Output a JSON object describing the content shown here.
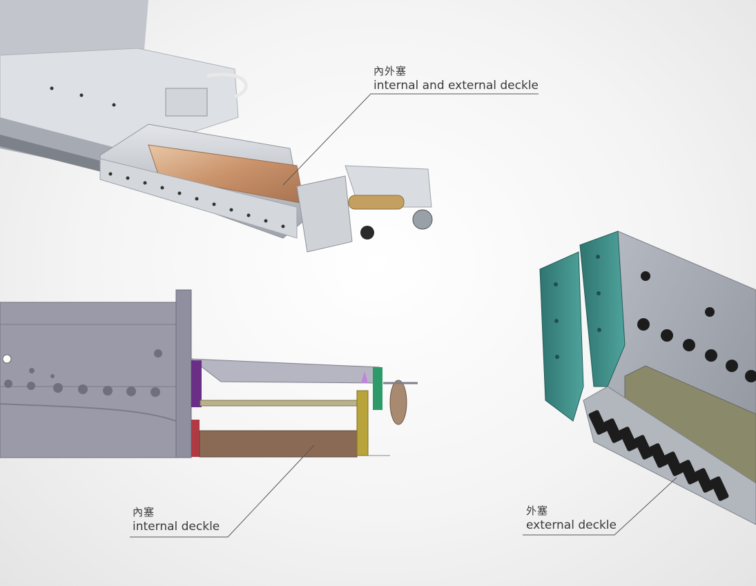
{
  "labels": {
    "both": {
      "zh": "內外塞",
      "en": "internal and external deckle"
    },
    "internal": {
      "zh": "內塞",
      "en": "internal deckle"
    },
    "external": {
      "zh": "外塞",
      "en": "external deckle"
    }
  },
  "colors": {
    "steel": "#c9ccd2",
    "steel_dark": "#8e939b",
    "copper": "#c99a73",
    "brass": "#c4a060",
    "cad_gray": "#9a9aa8",
    "cad_brown": "#8b6a55",
    "cad_purple": "#6a2e86",
    "cad_green": "#2e9a6a",
    "cad_olive": "#b8a43a",
    "teal": "#3f8c86",
    "die_gray": "#a9adb6",
    "bolt_black": "#1c1c1c",
    "leader_line": "#555555"
  }
}
